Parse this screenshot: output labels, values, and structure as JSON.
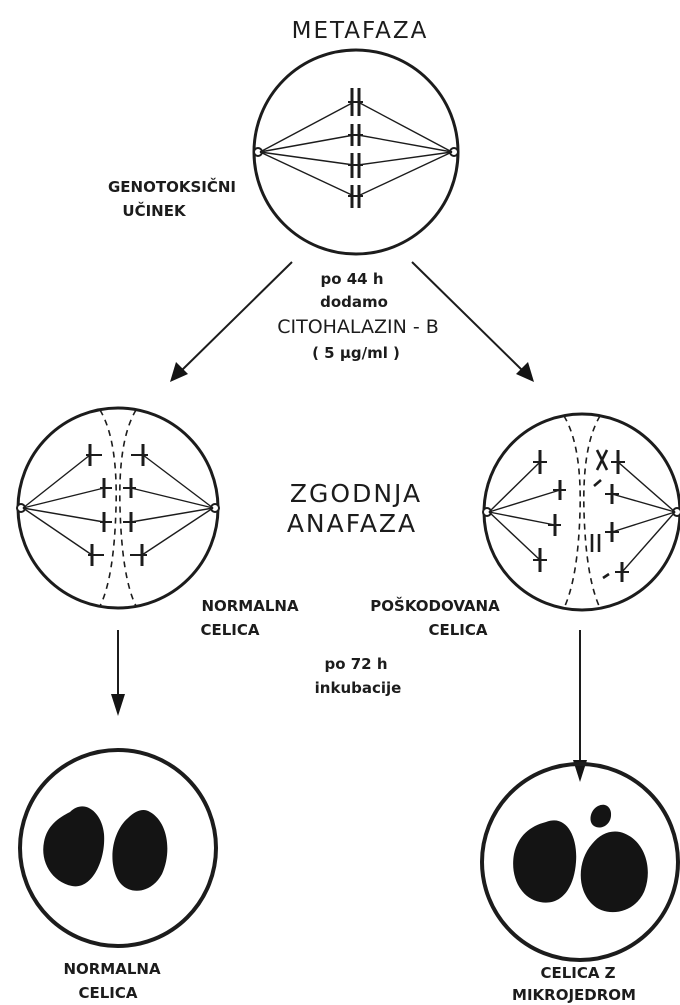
{
  "labels": {
    "metafaza": "METAFAZA",
    "genotoksicni_1": "GENOTOKSIČNI",
    "genotoksicni_2": "UČINEK",
    "after_44h": "po 44 h",
    "dodamo": "dodamo",
    "citohalazin": "CITOHALAZIN - B",
    "concentration": "( 5 µg/ml )",
    "zgodnja": "ZGODNJA",
    "anafaza": "ANAFAZA",
    "normalna_left_1": "NORMALNA",
    "normalna_left_2": "CELICA",
    "poskodovana_1": "POŠKODOVANA",
    "poskodovana_2": "CELICA",
    "after_72h": "po 72 h",
    "inkubacije": "inkubacije",
    "normalna_bottom_1": "NORMALNA",
    "normalna_bottom_2": "CELICA",
    "mikrojedro_1": "CELICA Z",
    "mikrojedro_2": "MIKROJEDROM"
  }
}
